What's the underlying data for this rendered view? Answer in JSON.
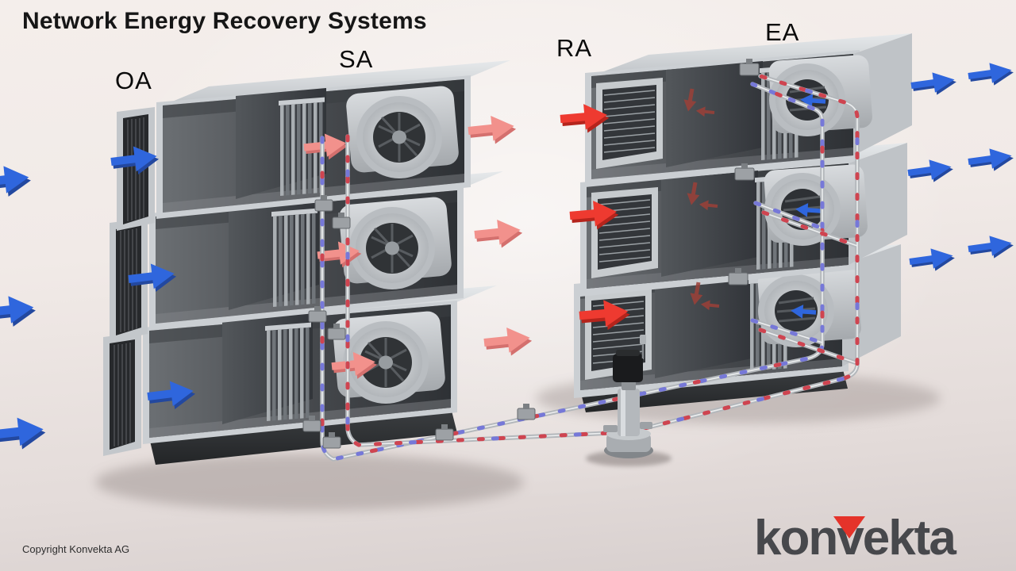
{
  "title": "Network Energy Recovery Systems",
  "labels": {
    "oa": "OA",
    "sa": "SA",
    "ra": "RA",
    "ea": "EA"
  },
  "copyright": "Copyright Konvekta AG",
  "logo": {
    "pre": "kon",
    "v": "v",
    "post": "ekta"
  },
  "scene": {
    "left_stack_units": 3,
    "right_stack_units": 3
  },
  "colors": {
    "outdoor_air_blue": "#2f66dd",
    "exhaust_air_blue": "#2f66dd",
    "supply_air_pink": "#f2918c",
    "return_air_red": "#ee3a30",
    "interior_air_red": "#9c4038",
    "pipe_cold_marker": "#7678d8",
    "pipe_warm_marker": "#cf4450",
    "pipe_metal": "#b3b7bb",
    "logo_red": "#e5332a",
    "logo_gray": "#47484c",
    "title_color": "#161616"
  }
}
